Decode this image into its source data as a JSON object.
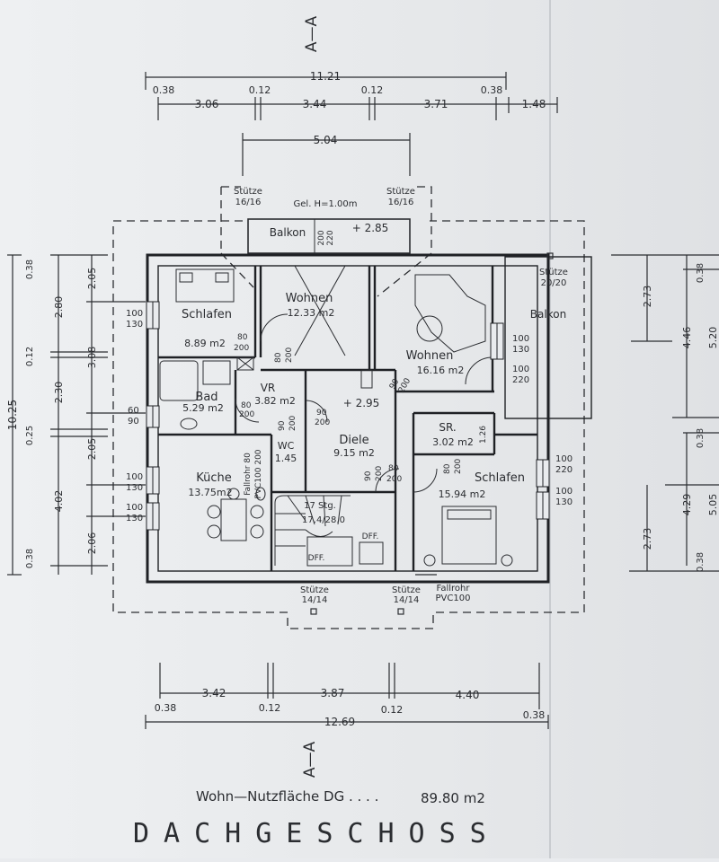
{
  "section_marks": {
    "top": "A—A",
    "bottom": "A—A"
  },
  "dims_top": {
    "total": "11.21",
    "wall_outer_left": "0.38",
    "wall_1": "0.12",
    "wall_2": "0.12",
    "wall_outer_right": "0.38",
    "span_1": "3.06",
    "span_2": "3.44",
    "span_3": "3.71",
    "extra_right": "1.48",
    "balcony_width": "5.04"
  },
  "dims_left": {
    "total": "10.25",
    "walls": [
      "0.38",
      "0.12",
      "0.25",
      "0.38"
    ],
    "inner": [
      "2.80",
      "2.30",
      "4.02"
    ],
    "outer": [
      "2.05",
      "3.08",
      "2.05",
      "2.06"
    ]
  },
  "dims_right": {
    "upper": [
      "2.73",
      "4.46",
      "0.38",
      "5.20"
    ],
    "lower": [
      "0.38",
      "4.29",
      "5.05",
      "2.73",
      "0.38"
    ]
  },
  "dims_bottom": {
    "total": "12.69",
    "wall_outer_left": "0.38",
    "wall_1": "0.12",
    "wall_2": "0.12",
    "wall_outer_right": "0.38",
    "span_1": "3.42",
    "span_2": "3.87",
    "span_3": "4.40"
  },
  "rooms": {
    "schlafen_1": {
      "name": "Schlafen",
      "area": "8.89 m2"
    },
    "wohnen_1": {
      "name": "Wohnen",
      "area": "12.33 m2"
    },
    "wohnen_2": {
      "name": "Wohnen",
      "area": "16.16 m2"
    },
    "balkon_top": {
      "name": "Balkon"
    },
    "balkon_right": {
      "name": "Balkon"
    },
    "bad": {
      "name": "Bad",
      "area": "5.29 m2"
    },
    "vr": {
      "name": "VR",
      "area": "3.82 m2"
    },
    "diele": {
      "name": "Diele",
      "area": "9.15 m2"
    },
    "sr": {
      "name": "SR.",
      "area": "3.02 m2"
    },
    "wc": {
      "name": "WC",
      "area": "1.45"
    },
    "kueche": {
      "name": "Küche",
      "area": "13.75m2"
    },
    "schlafen_2": {
      "name": "Schlafen",
      "area": "15.94 m2"
    }
  },
  "annotations": {
    "stuetze_top_left": [
      "Stütze",
      "16/16"
    ],
    "stuetze_top_right": [
      "Stütze",
      "16/16"
    ],
    "gel_height": "Gel. H=1.00m",
    "stuetze_right": [
      "Stütze",
      "20/20"
    ],
    "stuetze_bottom_left": [
      "Stütze",
      "14/14"
    ],
    "stuetze_bottom_right": [
      "Stütze",
      "14/14"
    ],
    "fallrohr_bottom": [
      "Fallrohr",
      "PVC100"
    ],
    "fallrohr_kueche": [
      "Fallrohr 80",
      "PVC100 200"
    ],
    "level_balkon": "+ 2.85",
    "level_diele": "+ 2.95",
    "stairs": [
      "17 Stg.",
      "17.4/28.0"
    ],
    "dff_1": "DFF.",
    "dff_2": "DFF.",
    "dim_126": "1.26"
  },
  "openings": {
    "w_100_130": [
      "100",
      "130"
    ],
    "w_100_220": [
      "100",
      "220"
    ],
    "w_60_90": [
      "60",
      "90"
    ],
    "d_80_200": [
      "80",
      "200"
    ],
    "d_90_200": [
      "90",
      "200"
    ],
    "d_200_220": [
      "200",
      "220"
    ]
  },
  "footer": {
    "area_label": "Wohn—Nutzfläche DG . . . .",
    "area_value": "89.80 m2",
    "title": "DACHGESCHOSS"
  }
}
